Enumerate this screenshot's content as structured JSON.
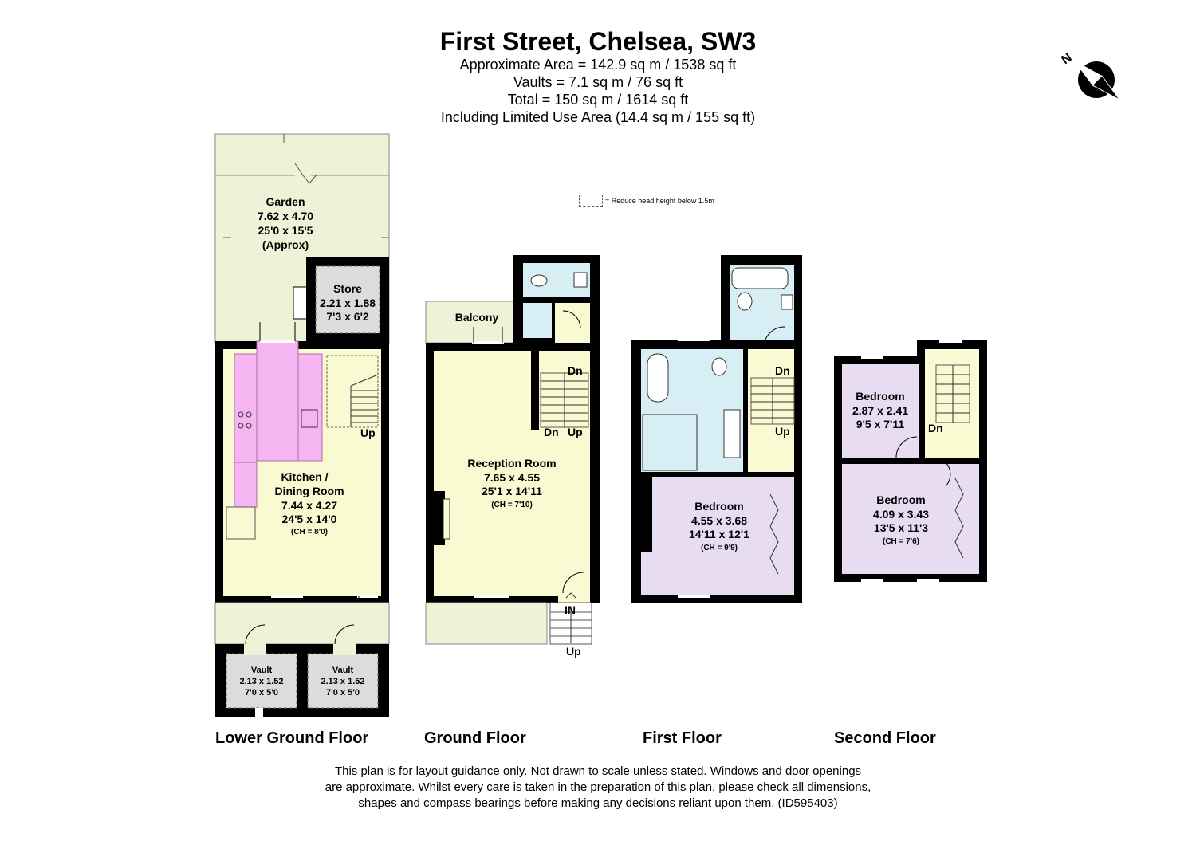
{
  "header": {
    "title": "First Street, Chelsea, SW3",
    "lines": [
      "Approximate Area = 142.9 sq m / 1538 sq ft",
      "Vaults = 7.1 sq m / 76 sq ft",
      "Total = 150 sq m / 1614 sq ft",
      "Including Limited Use Area (14.4 sq m / 155 sq ft)"
    ]
  },
  "legend": {
    "text": "= Reduce head height below 1.5m"
  },
  "compass": {
    "label": "N"
  },
  "colors": {
    "wall": "#000000",
    "garden": "#eef2d6",
    "living": "#fafad2",
    "kitchen_units": "#f5b5f0",
    "bathroom": "#d7eef5",
    "bedroom": "#e8dcf2",
    "store": "#dcdcdc"
  },
  "rooms": {
    "garden": [
      "Garden",
      "7.62 x 4.70",
      "25'0 x 15'5",
      "(Approx)"
    ],
    "store": [
      "Store",
      "2.21 x 1.88",
      "7'3 x 6'2"
    ],
    "kitchen": [
      "Kitchen /",
      "Dining Room",
      "7.44 x 4.27",
      "24'5 x 14'0",
      "(CH = 8'0)"
    ],
    "vault1": [
      "Vault",
      "2.13 x 1.52",
      "7'0 x 5'0"
    ],
    "vault2": [
      "Vault",
      "2.13 x 1.52",
      "7'0 x 5'0"
    ],
    "balcony": [
      "Balcony"
    ],
    "reception": [
      "Reception Room",
      "7.65 x 4.55",
      "25'1 x 14'11",
      "(CH = 7'10)"
    ],
    "bedroom1": [
      "Bedroom",
      "4.55 x 3.68",
      "14'11 x 12'1",
      "(CH = 9'9)"
    ],
    "bedroom2": [
      "Bedroom",
      "2.87 x 2.41",
      "9'5 x 7'11"
    ],
    "bedroom3": [
      "Bedroom",
      "4.09 x 3.43",
      "13'5 x 11'3",
      "(CH = 7'6)"
    ]
  },
  "stairs": {
    "lg_up": "Up",
    "g_dn_top": "Dn",
    "g_dn": "Dn",
    "g_up": "Up",
    "g_in": "IN",
    "g_up_ext": "Up",
    "f_dn": "Dn",
    "f_up": "Up",
    "s_dn": "Dn"
  },
  "floors": [
    "Lower Ground Floor",
    "Ground Floor",
    "First Floor",
    "Second Floor"
  ],
  "disclaimer": [
    "This plan is for layout guidance only. Not drawn to scale unless stated. Windows and door openings",
    "are approximate. Whilst every care is taken in the preparation of this plan, please check all dimensions,",
    "shapes and compass bearings before making any decisions reliant upon them. (ID595403)"
  ]
}
